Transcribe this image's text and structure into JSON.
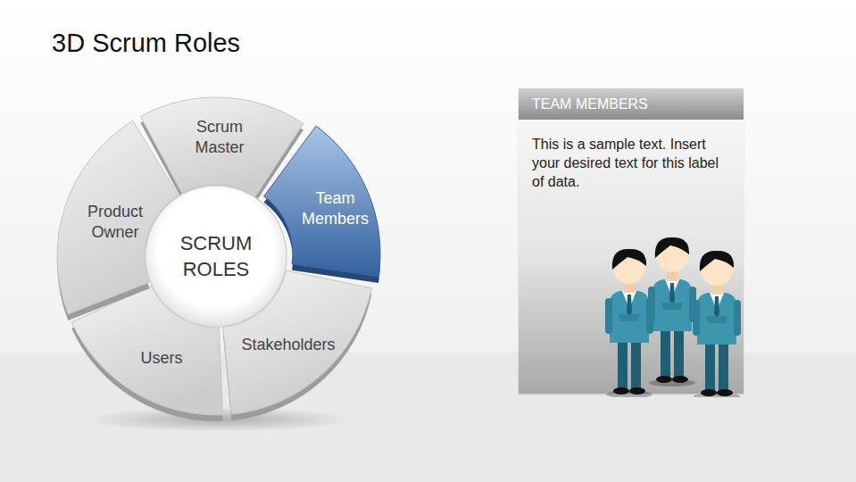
{
  "diagram": {
    "title": "3D Scrum Roles",
    "nodes": [
      {
        "text": [
          "Scrum Master"
        ]
      },
      {
        "text": [
          "Team Members"
        ]
      },
      {
        "text": [
          "Stakeholders"
        ]
      },
      {
        "text": [
          "Users"
        ]
      },
      {
        "text": [
          "Product Owner"
        ]
      },
      {
        "text": [
          "SCRUM ROLES"
        ]
      },
      {
        "text": [
          "TEAM MEMBERS",
          "This is a sample text. Insert your desired text for this label of data."
        ]
      }
    ]
  }
}
